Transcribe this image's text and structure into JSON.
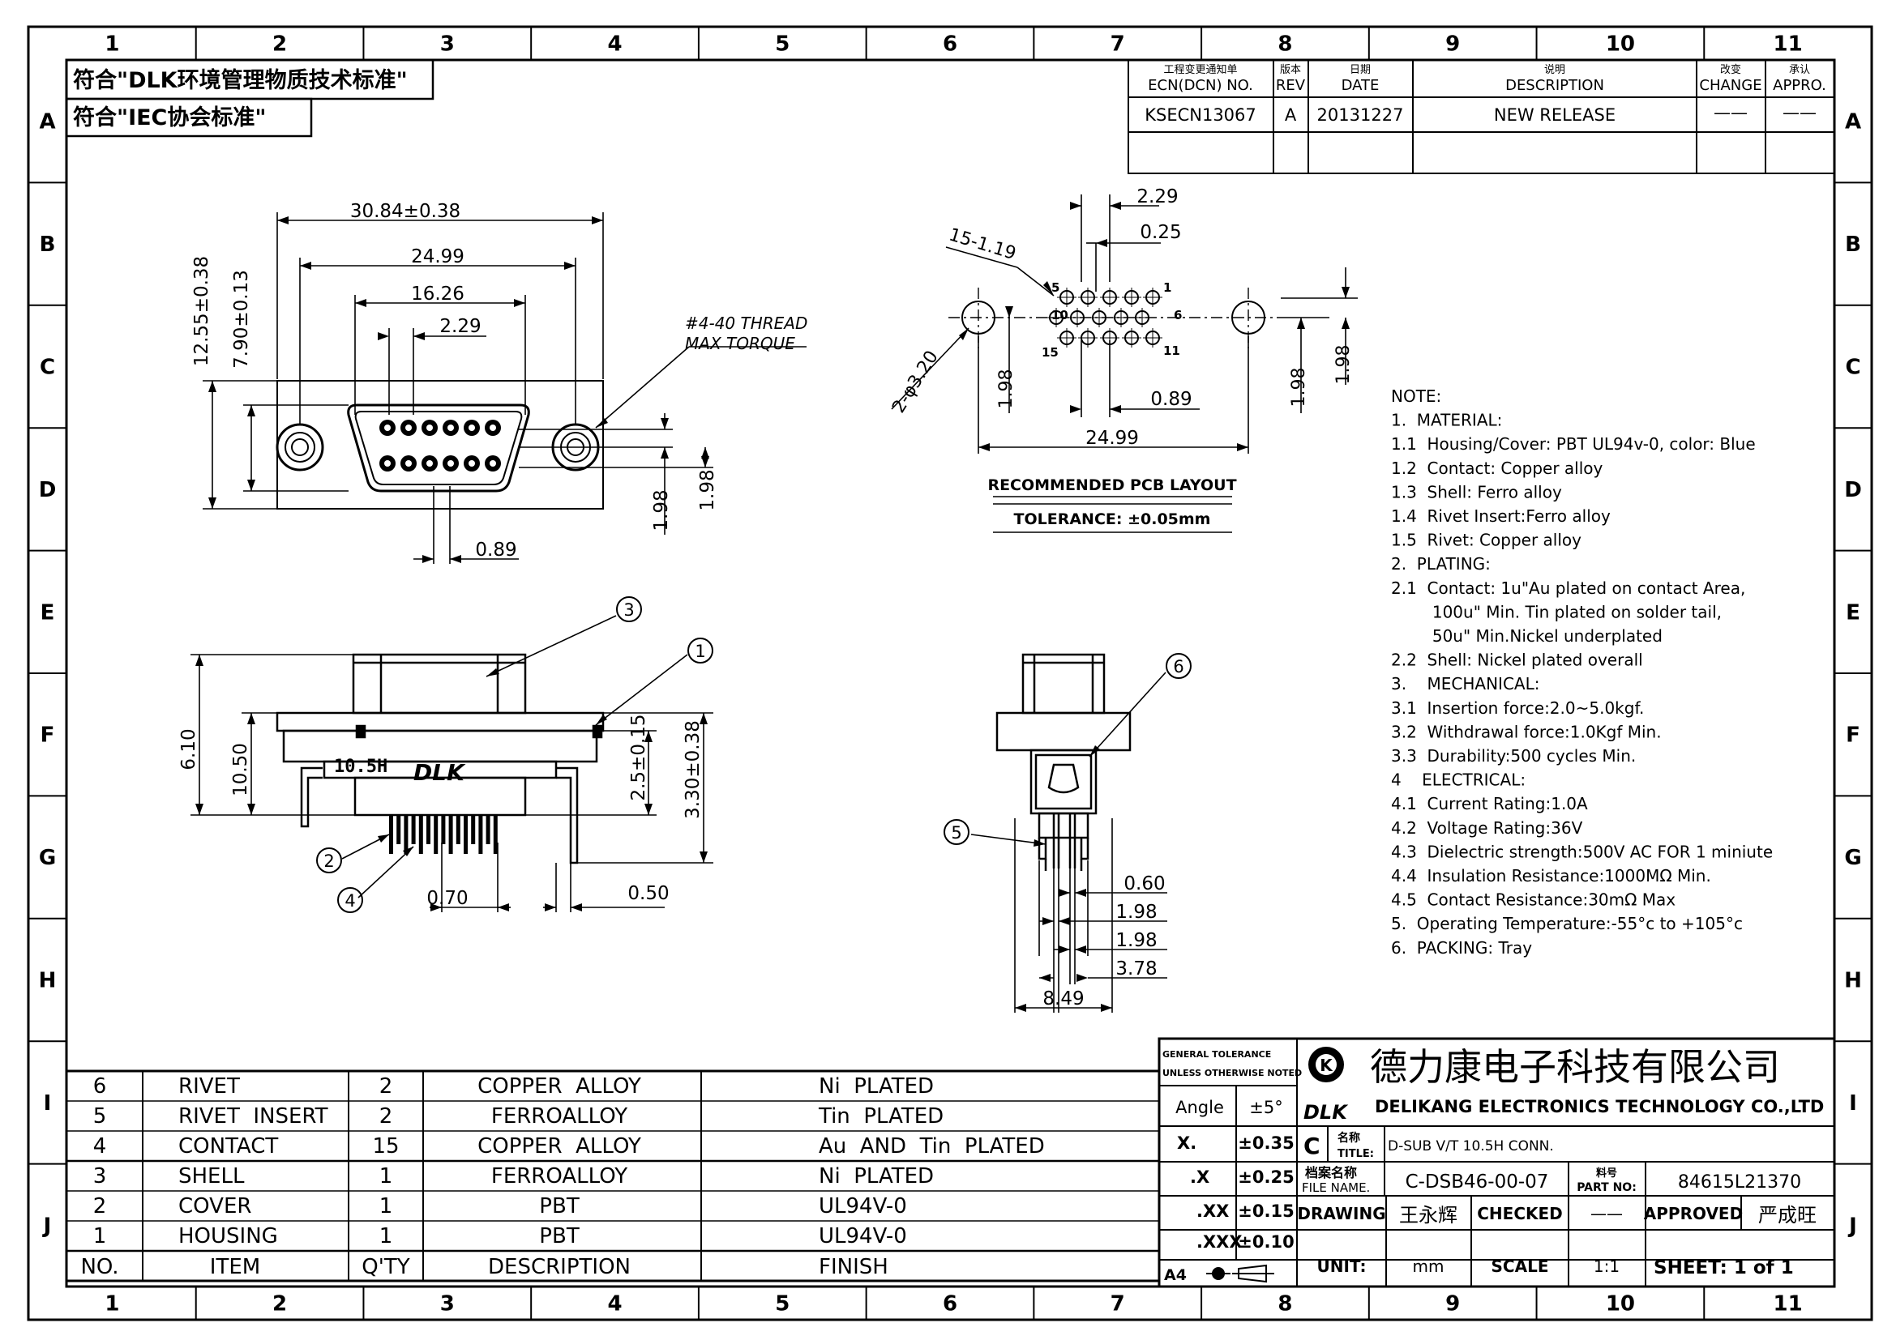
{
  "frame": {
    "columns": [
      "1",
      "2",
      "3",
      "4",
      "5",
      "6",
      "7",
      "8",
      "9",
      "10",
      "11"
    ],
    "rows": [
      "A",
      "B",
      "C",
      "D",
      "E",
      "F",
      "G",
      "H",
      "I",
      "J"
    ]
  },
  "compliance": {
    "line1": "符合\"DLK环境管理物质技术标准\"",
    "line2": "符合\"IEC协会标准\""
  },
  "revision_table": {
    "headers": [
      {
        "cn": "工程变更通知单",
        "en": "ECN(DCN) NO."
      },
      {
        "cn": "版本",
        "en": "REV"
      },
      {
        "cn": "日期",
        "en": "DATE"
      },
      {
        "cn": "说明",
        "en": "DESCRIPTION"
      },
      {
        "cn": "改变",
        "en": "CHANGE"
      },
      {
        "cn": "承认",
        "en": "APPRO."
      }
    ],
    "row": {
      "ecn": "KSECN13067",
      "rev": "A",
      "date": "20131227",
      "desc": "NEW RELEASE",
      "change": "——",
      "appro": "——"
    }
  },
  "front_view": {
    "dims": [
      "30.84±0.38",
      "24.99",
      "16.26",
      "2.29",
      "12.55±0.38",
      "7.90±0.13",
      "1.98",
      "1.98",
      "0.89"
    ],
    "thread_note": [
      "#4-40 THREAD",
      "MAX TORQUE"
    ]
  },
  "pcb_layout": {
    "dims": [
      "2.29",
      "0.25",
      "15-1.19",
      "2-φ3.20",
      "1.98",
      "0.89",
      "1.98",
      "1.98",
      "24.99"
    ],
    "pin_labels": [
      "5",
      "1",
      "10",
      "6",
      "15",
      "11"
    ],
    "title": "RECOMMENDED PCB LAYOUT",
    "tolerance": "TOLERANCE: ±0.05mm"
  },
  "side_view": {
    "dims": [
      "6.10",
      "10.50",
      "2.5±0.15",
      "3.30±0.38",
      "0.70",
      "0.50"
    ],
    "marking": "10.5H",
    "logo": "DLK",
    "balloons": [
      "3",
      "1",
      "2",
      "4"
    ]
  },
  "end_view": {
    "dims": [
      "0.60",
      "1.98",
      "1.98",
      "3.78",
      "8.49"
    ],
    "balloons": [
      "6",
      "5"
    ]
  },
  "notes": [
    "NOTE:",
    "1.  MATERIAL:",
    "1.1  Housing/Cover: PBT UL94v-0, color: Blue",
    "1.2  Contact: Copper alloy",
    "1.3  Shell: Ferro alloy",
    "1.4  Rivet Insert:Ferro alloy",
    "1.5  Rivet: Copper alloy",
    "2.  PLATING:",
    "2.1  Contact: 1u\"Au plated on contact Area,",
    "        100u\" Min. Tin plated on solder tail,",
    "        50u\" Min.Nickel underplated",
    "2.2  Shell: Nickel plated overall",
    "3.    MECHANICAL:",
    "3.1  Insertion force:2.0~5.0kgf.",
    "3.2  Withdrawal force:1.0Kgf Min.",
    "3.3  Durability:500 cycles Min.",
    "4    ELECTRICAL:",
    "4.1  Current Rating:1.0A",
    "4.2  Voltage Rating:36V",
    "4.3  Dielectric strength:500V AC FOR 1 miniute",
    "4.4  Insulation Resistance:1000MΩ Min.",
    "4.5  Contact Resistance:30mΩ Max",
    "5.  Operating Temperature:-55°c to +105°c",
    "6.  PACKING: Tray"
  ],
  "bom": {
    "header": {
      "no": "NO.",
      "item": "ITEM",
      "qty": "Q'TY",
      "desc": "DESCRIPTION",
      "finish": "FINISH"
    },
    "rows": [
      {
        "no": "6",
        "item": "RIVET",
        "qty": "2",
        "desc": "COPPER  ALLOY",
        "finish": "Ni  PLATED"
      },
      {
        "no": "5",
        "item": "RIVET  INSERT",
        "qty": "2",
        "desc": "FERROALLOY",
        "finish": "Tin  PLATED"
      },
      {
        "no": "4",
        "item": "CONTACT",
        "qty": "15",
        "desc": "COPPER  ALLOY",
        "finish": "Au  AND  Tin  PLATED"
      },
      {
        "no": "3",
        "item": "SHELL",
        "qty": "1",
        "desc": "FERROALLOY",
        "finish": "Ni  PLATED"
      },
      {
        "no": "2",
        "item": "COVER",
        "qty": "1",
        "desc": "PBT",
        "finish": "UL94V-0"
      },
      {
        "no": "1",
        "item": "HOUSING",
        "qty": "1",
        "desc": "PBT",
        "finish": "UL94V-0"
      }
    ]
  },
  "title_block": {
    "general_tolerance": [
      "GENERAL TOLERANCE",
      "UNLESS OTHERWISE NOTED"
    ],
    "tolerances": [
      {
        "label": "Angle",
        "value": "±5°"
      },
      {
        "label": "X.",
        "value": "±0.35"
      },
      {
        "label": ".X",
        "value": "±0.25"
      },
      {
        "label": ".XX",
        "value": "±0.15"
      },
      {
        "label": ".XXX",
        "value": "±0.10"
      }
    ],
    "sheet_size": "A4",
    "company_cn": "德力康电子科技有限公司",
    "company_en": "DELIKANG  ELECTRONICS  TECHNOLOGY  CO.,LTD",
    "logo_text": "DLK",
    "logo_letter": "K",
    "rev_letter": "C",
    "name_cn": "名称",
    "name_en": "TITLE:",
    "title": "D-SUB V/T 10.5H CONN.",
    "file_cn": "档案名称",
    "file_en": "FILE  NAME.",
    "file_name": "C-DSB46-00-07",
    "part_cn": "料号",
    "part_en": "PART NO:",
    "part_no": "84615L21370",
    "drawing_label": "DRAWING",
    "drawn_by": "王永辉",
    "checked_label": "CHECKED",
    "checked_by": "——",
    "approved_label": "APPROVED",
    "approved_by": "严成旺",
    "unit_label": "UNIT:",
    "unit": "mm",
    "scale_label": "SCALE",
    "scale": "1:1",
    "sheet": "SHEET:  1  of  1"
  },
  "colors": {
    "ink": "#000000",
    "paper": "#ffffff"
  }
}
